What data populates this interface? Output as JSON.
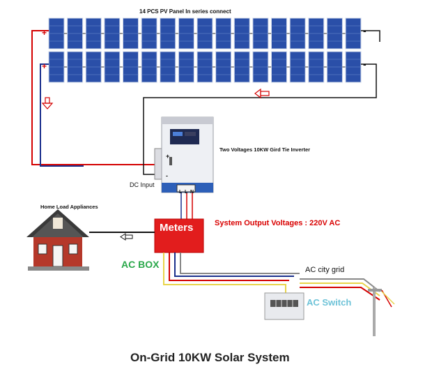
{
  "title": "On-Grid 10KW Solar System",
  "panels": {
    "label": "14 PCS PV Panel In series connect",
    "count_per_row": 17,
    "rows": 2,
    "plus_sign": "+",
    "minus_sign": "-"
  },
  "inverter": {
    "label": "Two Voltages 10KW Gird Tie Inverter",
    "dc_input_label": "DC Input",
    "plus_sign": "+",
    "minus_sign": "-",
    "terminals": [
      "L",
      "L",
      "N"
    ]
  },
  "home": {
    "label": "Home Load Appliances"
  },
  "meters": {
    "label": "Meters"
  },
  "system_output": {
    "label": "System Output Voltages :  220V AC"
  },
  "ac_box": {
    "label": "AC BOX"
  },
  "grid": {
    "label": "AC city grid"
  },
  "ac_switch": {
    "label": "AC Switch"
  },
  "colors": {
    "dc_positive": "#d40000",
    "dc_negative": "#1a2f8c",
    "ac_box_green": "#2aa84a",
    "wire_yellow": "#e8d44a",
    "panel_blue": "#2a4fa8"
  }
}
